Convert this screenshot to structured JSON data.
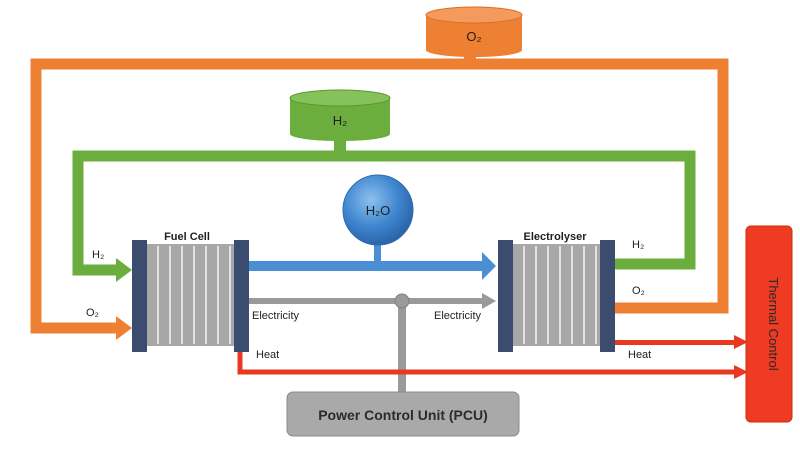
{
  "colors": {
    "oxygen": "#ee8034",
    "hydrogen": "#6cae3e",
    "water": "#4a8fd3",
    "electricity": "#9a9a9a",
    "heat": "#e8381f",
    "stack_end": "#3c4c6e",
    "stack_plate": "#a7a7a7",
    "thermal": "#ee3b22",
    "pcu": "#a9a9a9"
  },
  "tanks": {
    "o2": {
      "label": "O₂"
    },
    "h2": {
      "label": "H₂"
    },
    "h2o": {
      "label": "H₂O"
    }
  },
  "fuel_cell": {
    "title": "Fuel Cell",
    "h2_in": "H₂",
    "o2_in": "O₂",
    "electricity": "Electricity",
    "heat": "Heat"
  },
  "electrolyser": {
    "title": "Electrolyser",
    "h2_out": "H₂",
    "o2_out": "O₂",
    "electricity": "Electricity",
    "heat": "Heat"
  },
  "pcu": {
    "label": "Power Control Unit (PCU)"
  },
  "thermal_control": {
    "label": "Thermal Control"
  }
}
